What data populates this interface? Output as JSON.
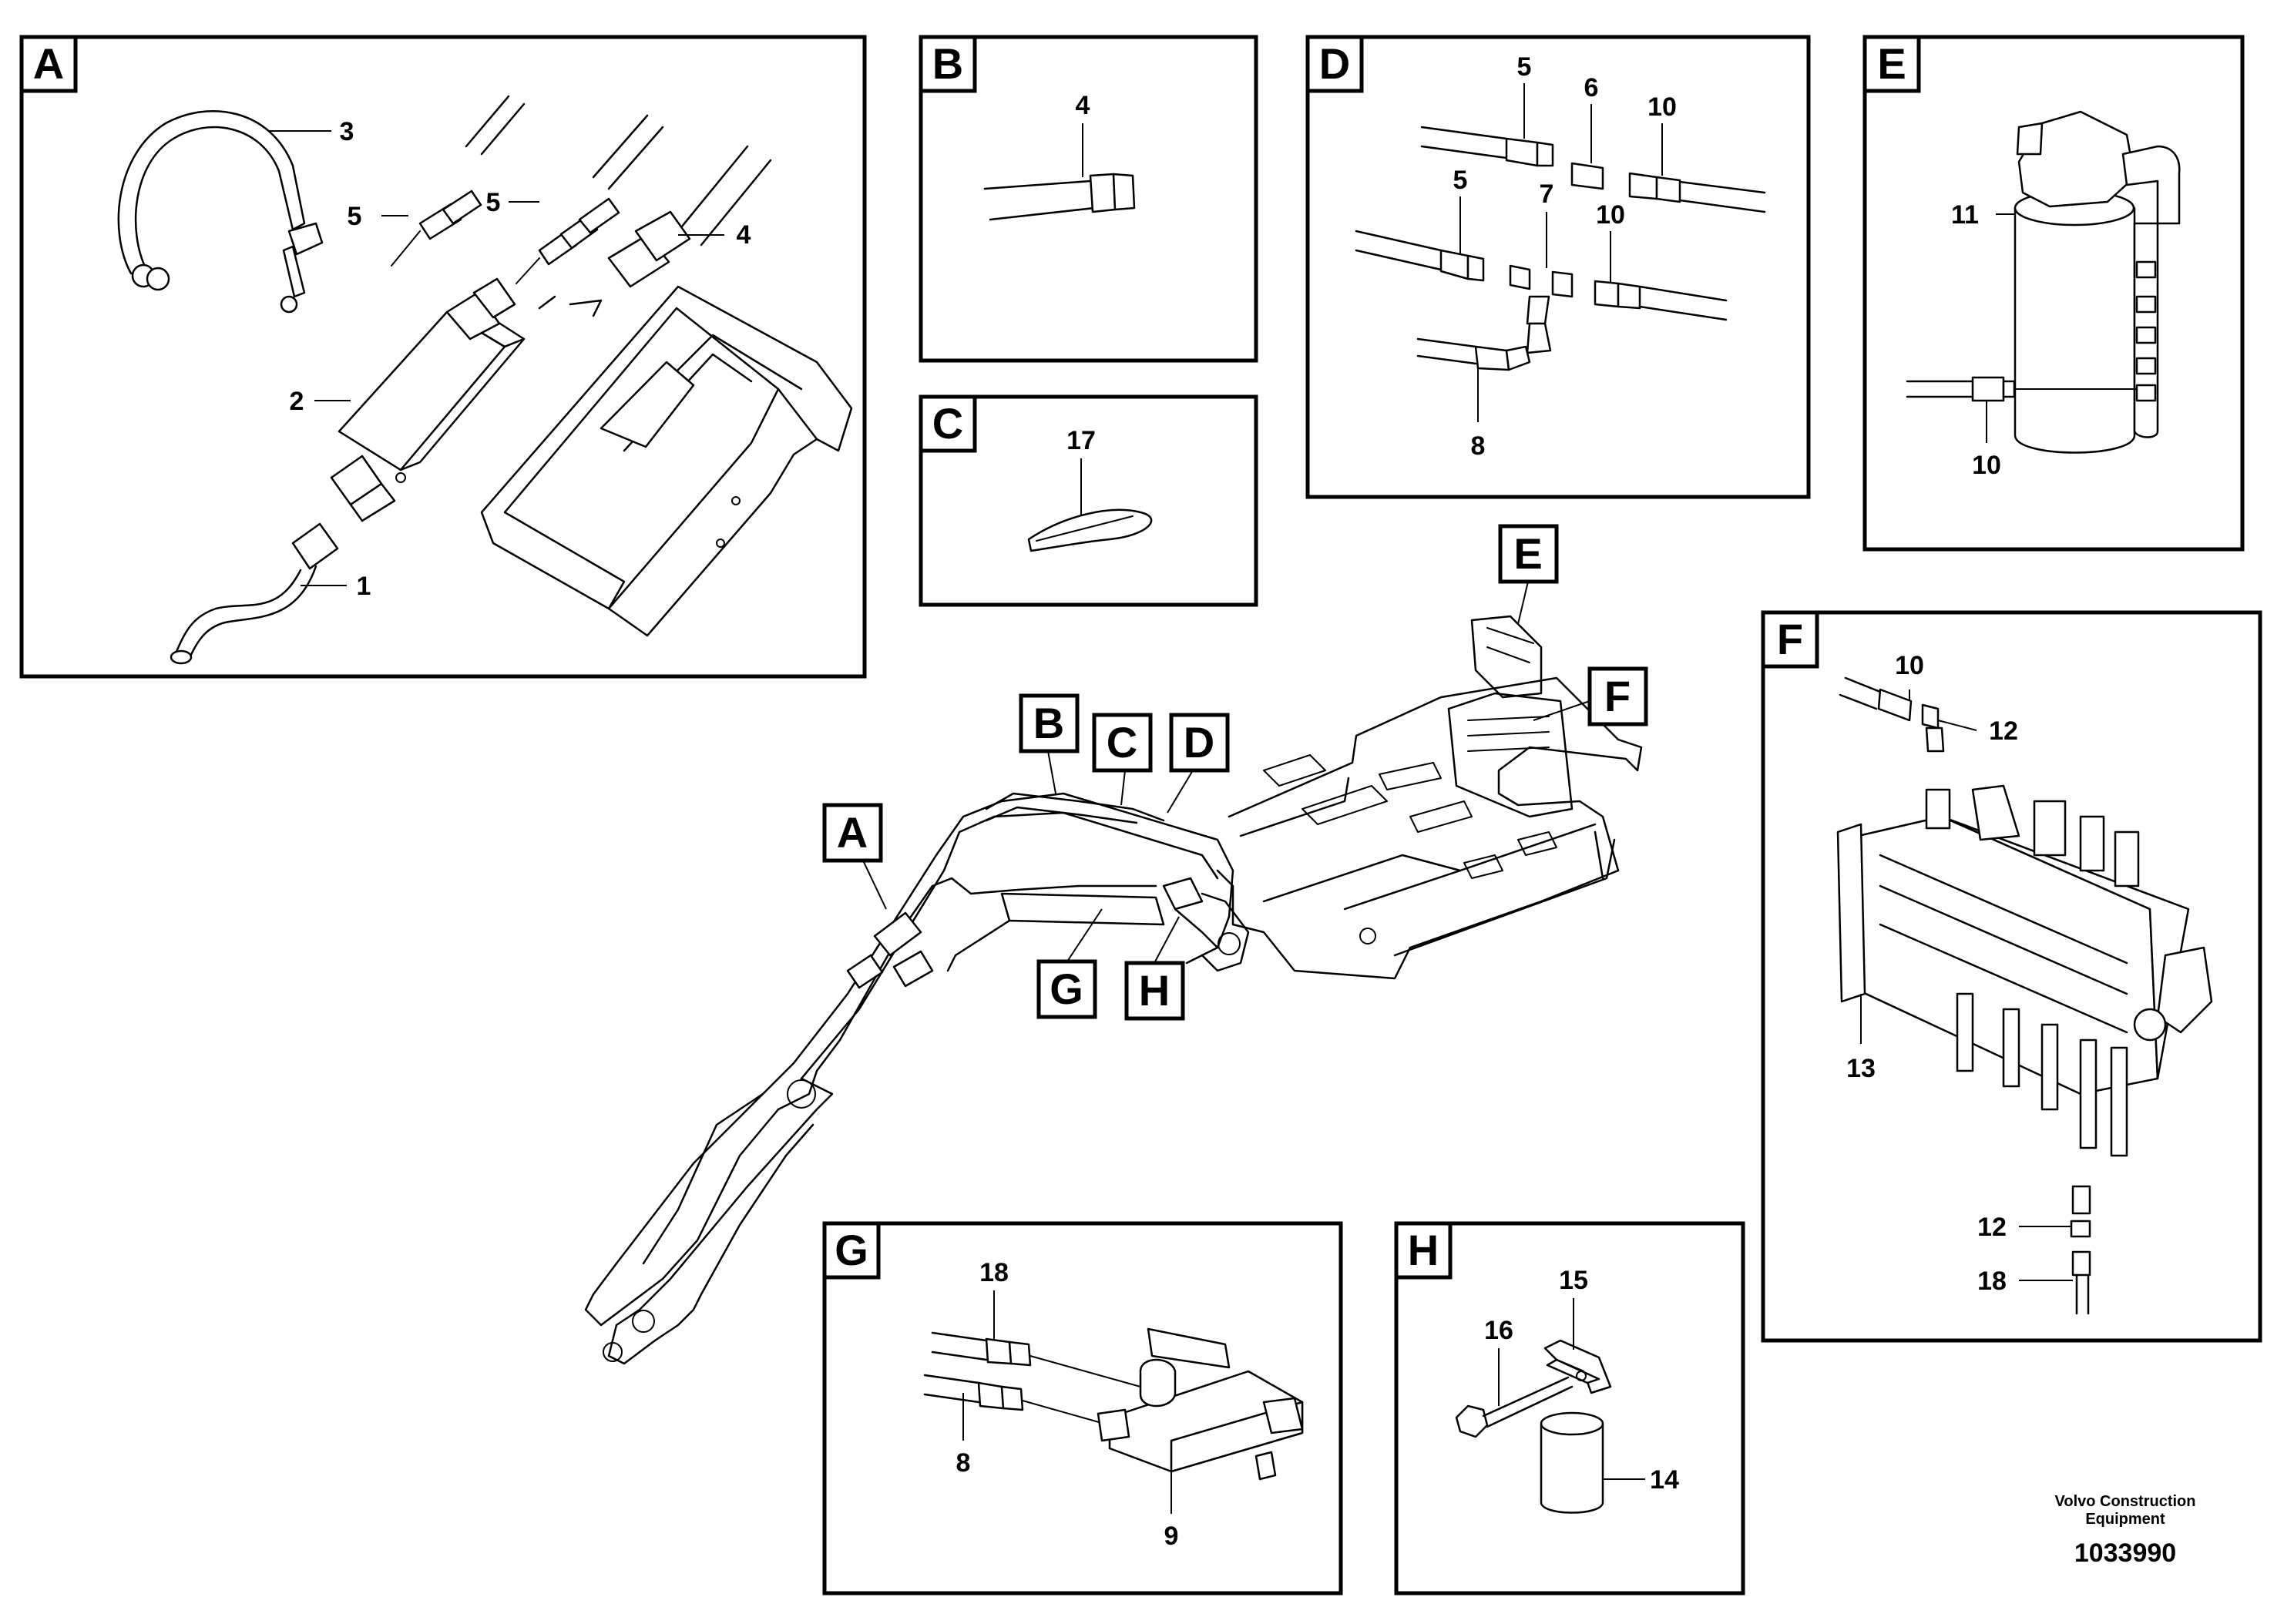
{
  "diagram": {
    "panels": [
      {
        "id": "A",
        "label": "A",
        "callouts": [
          "3",
          "5",
          "5",
          "4",
          "2",
          "1"
        ]
      },
      {
        "id": "B",
        "label": "B",
        "callouts": [
          "4"
        ]
      },
      {
        "id": "C",
        "label": "C",
        "callouts": [
          "17"
        ]
      },
      {
        "id": "D",
        "label": "D",
        "callouts": [
          "5",
          "6",
          "10",
          "5",
          "7",
          "10",
          "8"
        ]
      },
      {
        "id": "E",
        "label": "E",
        "callouts": [
          "11",
          "10"
        ]
      },
      {
        "id": "F",
        "label": "F",
        "callouts": [
          "10",
          "12",
          "13",
          "12",
          "18"
        ]
      },
      {
        "id": "G",
        "label": "G",
        "callouts": [
          "18",
          "8",
          "9"
        ]
      },
      {
        "id": "H",
        "label": "H",
        "callouts": [
          "15",
          "16",
          "14"
        ]
      }
    ],
    "overview_tags": [
      "A",
      "B",
      "C",
      "D",
      "E",
      "F",
      "G",
      "H"
    ]
  },
  "footer": {
    "company_line1": "Volvo Construction",
    "company_line2": "Equipment",
    "drawing_number": "1033990"
  }
}
